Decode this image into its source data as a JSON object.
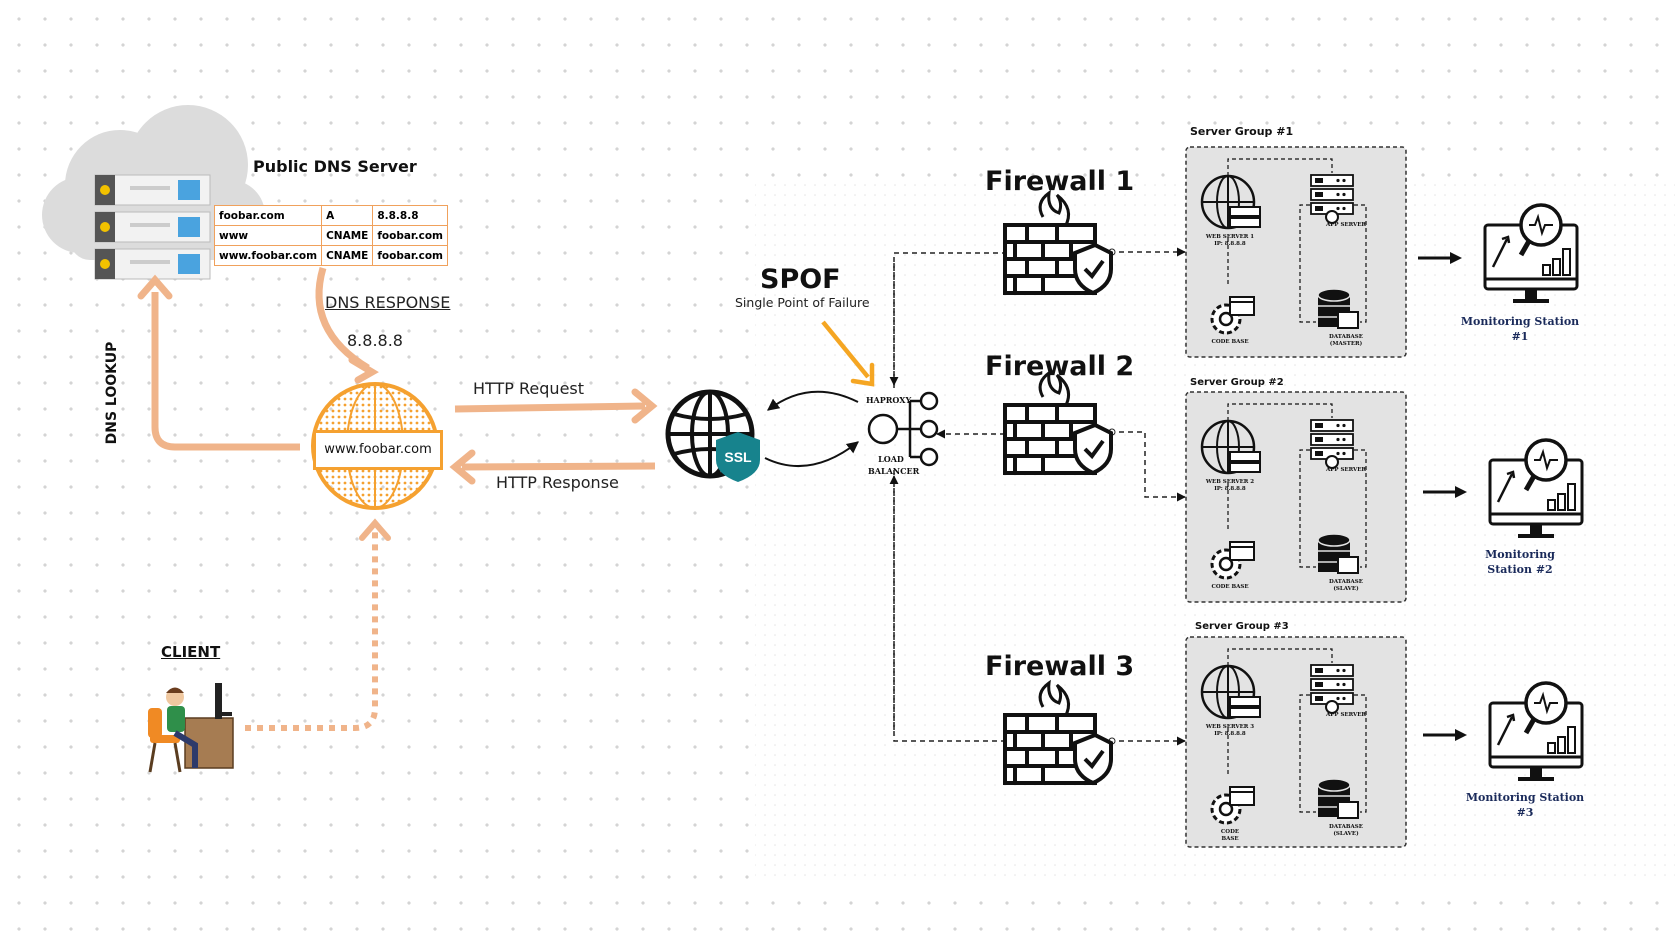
{
  "dns": {
    "title": "Public DNS Server",
    "records": [
      {
        "name": "foobar.com",
        "type": "A",
        "value": "8.8.8.8"
      },
      {
        "name": "www",
        "type": "CNAME",
        "value": "foobar.com"
      },
      {
        "name": "www.foobar.com",
        "type": "CNAME",
        "value": "foobar.com"
      }
    ]
  },
  "labels": {
    "dns_response": "DNS RESPONSE",
    "ip": "8.8.8.8",
    "dns_lookup": "DNS LOOKUP",
    "domain": "www.foobar.com",
    "http_request": "HTTP Request",
    "http_response": "HTTP Response",
    "client": "CLIENT",
    "ssl": "SSL",
    "spof": "SPOF",
    "spof_sub": "Single Point of Failure",
    "haproxy": "HAPROXY",
    "load_balancer_1": "LOAD",
    "load_balancer_2": "BALANCER"
  },
  "firewalls": [
    "Firewall 1",
    "Firewall 2",
    "Firewall 3"
  ],
  "server_groups": [
    {
      "title": "Server Group #1",
      "web_server": "WEB SERVER 1",
      "web_ip": "IP: 8.8.8.8",
      "app_server": "APP SERVER",
      "code_base": "CODE BASE",
      "database": "DATABASE",
      "db_role": "(MASTER)",
      "monitoring": "Monitoring Station #1"
    },
    {
      "title": "Server Group #2",
      "web_server": "WEB SERVER 2",
      "web_ip": "IP: 8.8.8.8",
      "app_server": "APP SERVER",
      "code_base": "CODE BASE",
      "database": "DATABASE",
      "db_role": "(SLAVE)",
      "monitoring": "Monitoring Station #2"
    },
    {
      "title": "Server Group #3",
      "web_server": "WEB SERVER 3",
      "web_ip": "IP: 8.8.8.8",
      "app_server": "APP SERVER",
      "code_base": "CODE BASE",
      "database": "DATABASE",
      "db_role": "(SLAVE)",
      "monitoring": "Monitoring Station #3"
    }
  ],
  "colors": {
    "flow_arrow": "#f0b48a",
    "accent_orange": "#f5a130",
    "spof_arrow": "#f5a623",
    "ssl_badge": "#17838d",
    "server_box": "#e3e3e3"
  },
  "icons": [
    "cloud-icon",
    "server-rack-icon",
    "globe-icon",
    "ssl-shield-icon",
    "load-balancer-icon",
    "firewall-icon",
    "web-server-icon",
    "app-server-icon",
    "code-base-icon",
    "database-icon",
    "monitoring-station-icon",
    "client-desk-icon"
  ]
}
